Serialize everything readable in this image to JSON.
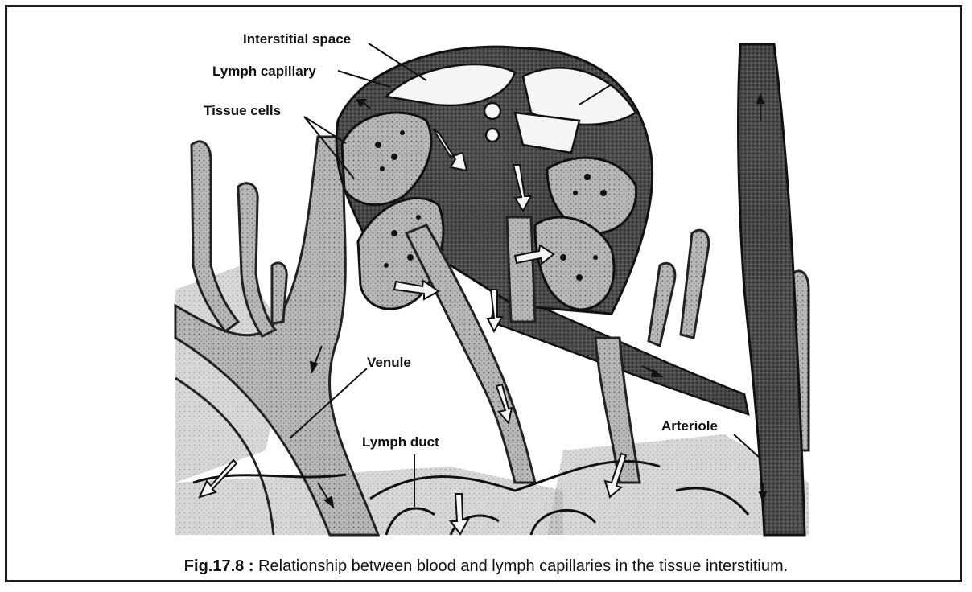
{
  "labels": {
    "interstitial_space": "Interstitial space",
    "lymph_capillary": "Lymph capillary",
    "tissue_cells": "Tissue cells",
    "venule": "Venule",
    "lymph_duct": "Lymph duct",
    "arteriole": "Arteriole"
  },
  "caption": {
    "figure_number": "Fig.17.8 :",
    "text": " Relationship between blood and lymph capillaries in the tissue interstitium."
  }
}
